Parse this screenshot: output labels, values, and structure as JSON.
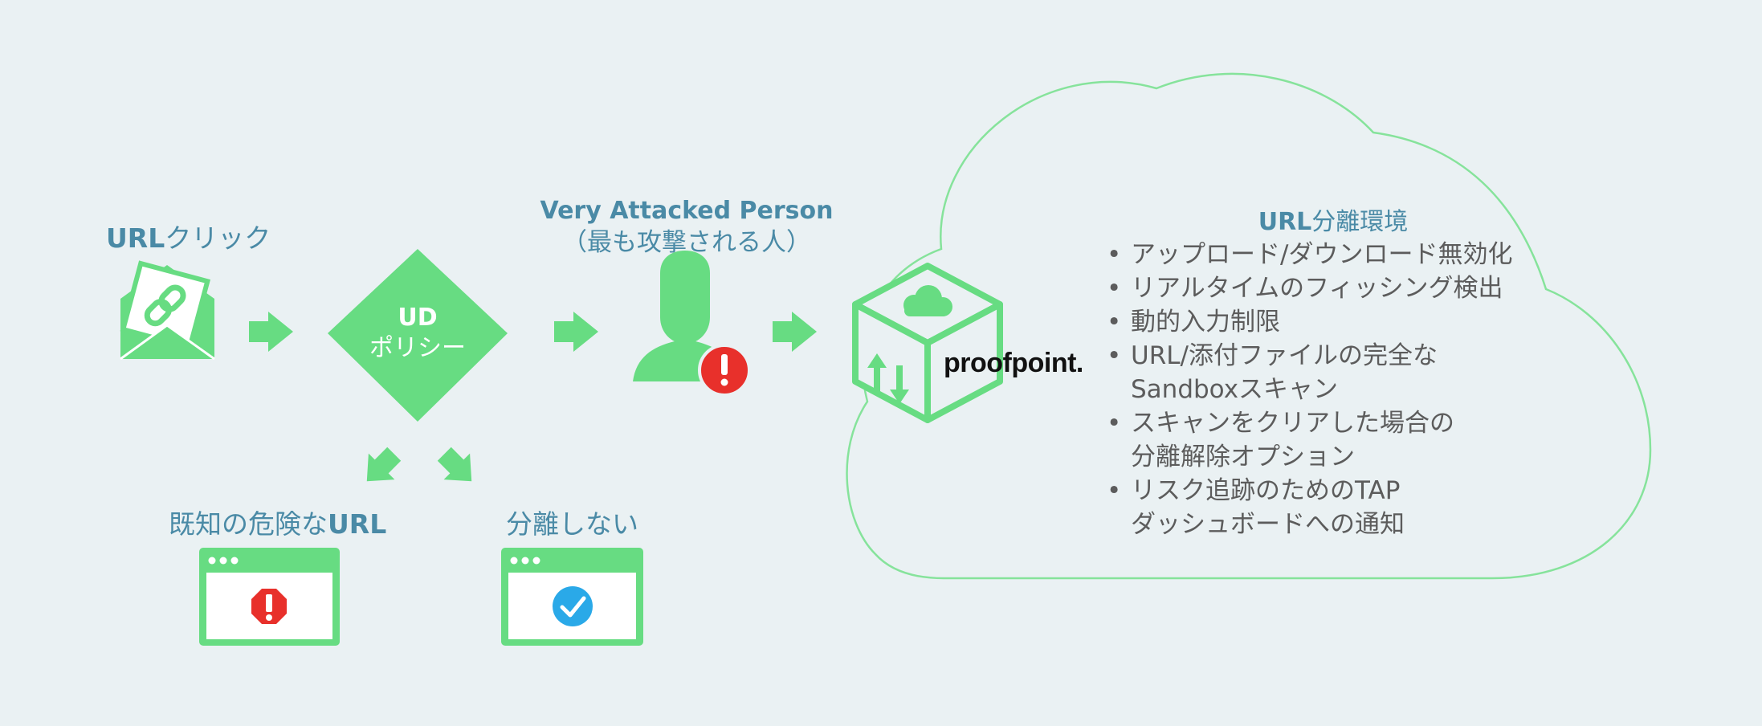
{
  "labels": {
    "url_click_bold": "URL",
    "url_click_rest": "クリック",
    "policy_line1": "UD",
    "policy_line2": "ポリシー",
    "vap_title": "Very Attacked Person",
    "vap_sub": "（最も攻撃される人）",
    "known_bad_rest": "既知の危険な",
    "known_bad_bold": "URL",
    "no_isolate": "分離しない",
    "brand": "proofpoint.",
    "cloud_title_bold": "URL",
    "cloud_title_rest": "分離環境"
  },
  "features": [
    [
      "アップロード/ダウンロード無効化"
    ],
    [
      "リアルタイムのフィッシング検出"
    ],
    [
      "動的入力制限"
    ],
    [
      "URL/添付ファイルの完全な",
      "Sandboxスキャン"
    ],
    [
      "スキャンをクリアした場合の",
      "分離解除オプション"
    ],
    [
      "リスク追跡のためのTAP",
      "ダッシュボードへの通知"
    ]
  ],
  "icons": {
    "email": "email-link-icon",
    "policy": "diamond-policy",
    "person": "person-icon",
    "alert": "alert-icon",
    "cube": "cube-cloud-icon",
    "browser_block": "browser-stop-icon",
    "browser_ok": "browser-check-icon"
  },
  "colors": {
    "green": "#67dc82",
    "blue_text": "#4a8aa6",
    "red": "#e8302b",
    "check_blue": "#2aa9e8",
    "cloud_stroke": "#86e39b"
  }
}
